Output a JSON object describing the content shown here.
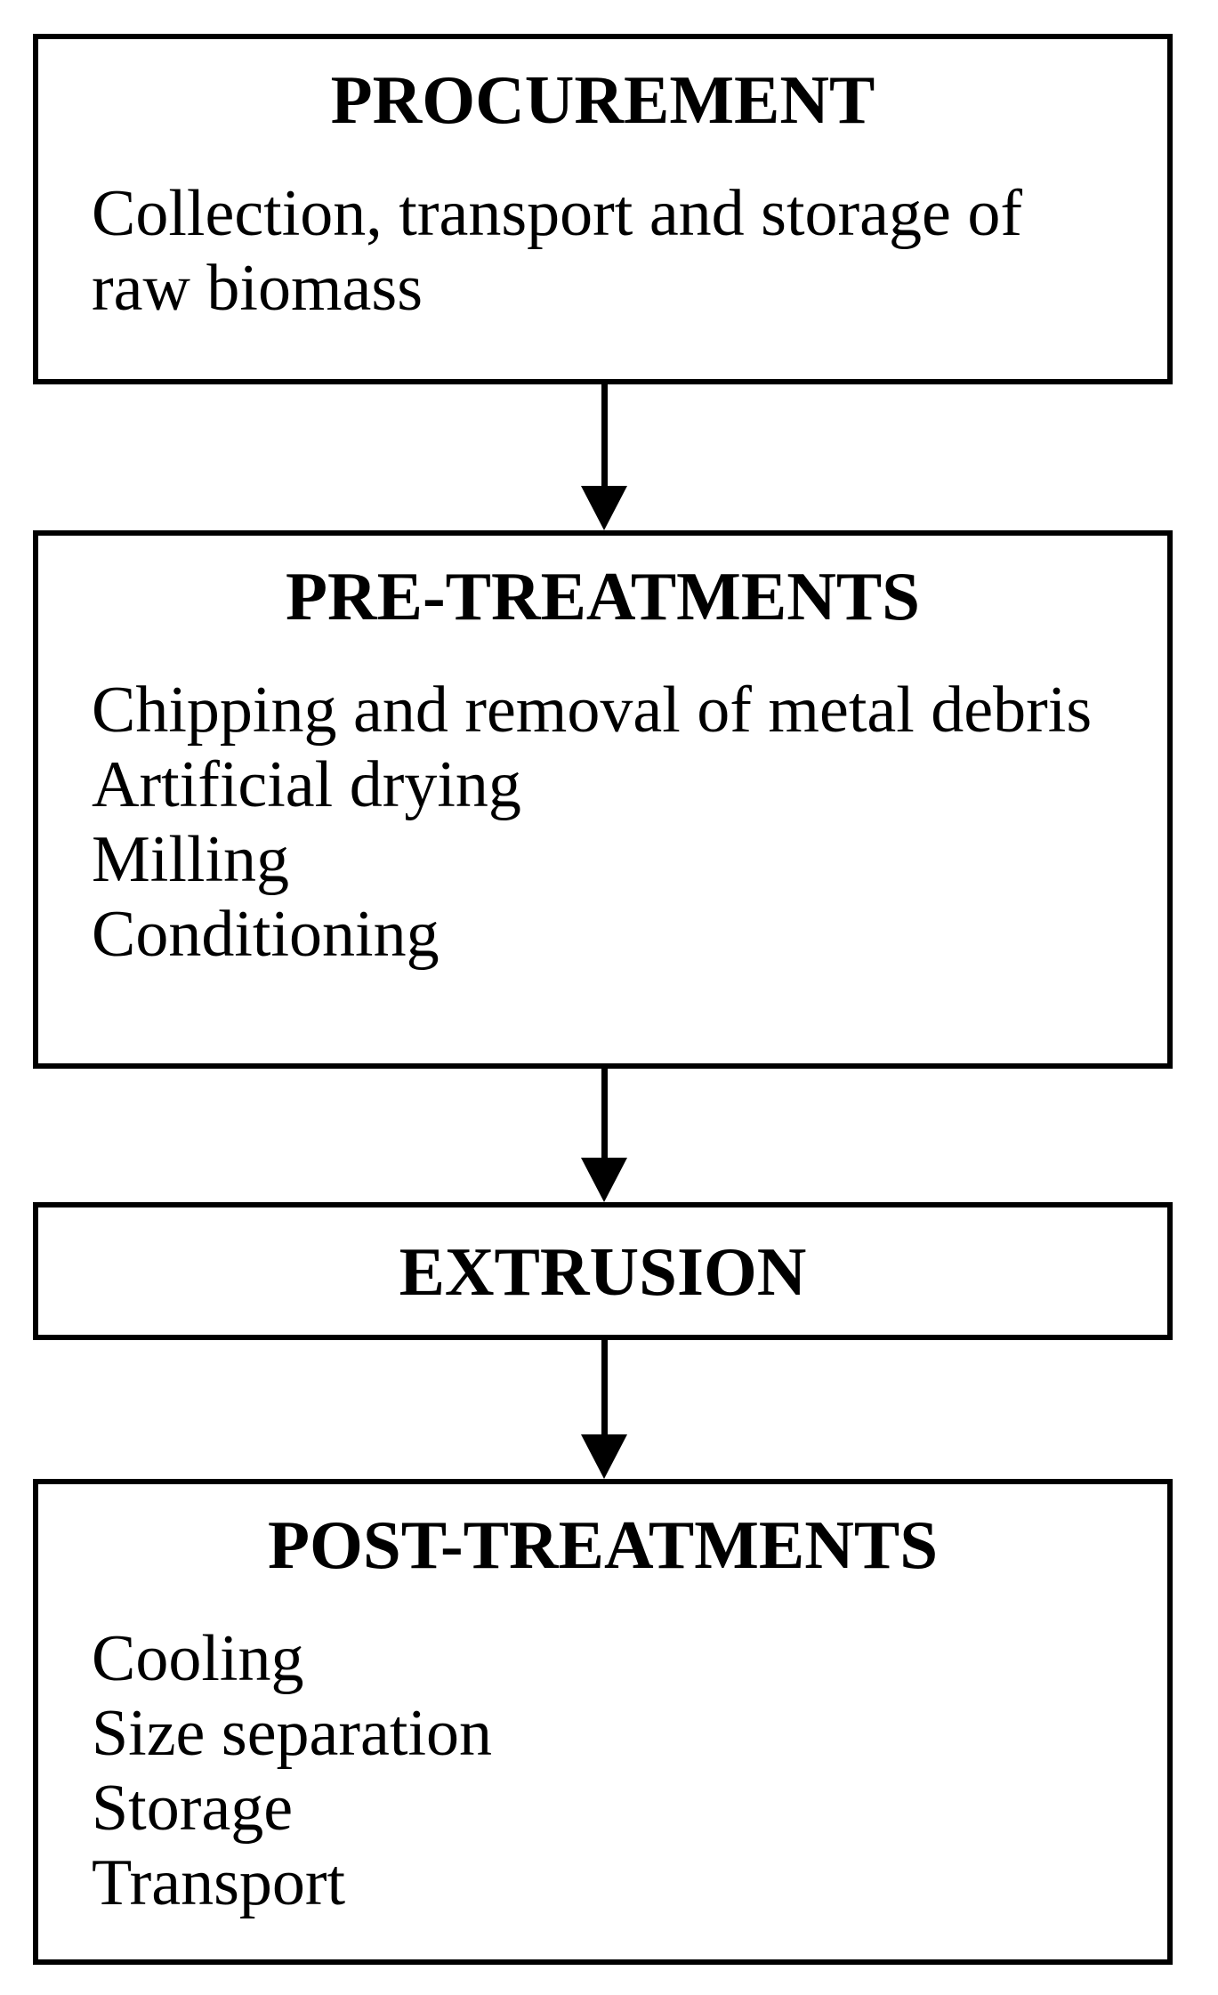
{
  "diagram": {
    "type": "flowchart",
    "direction": "top-to-bottom",
    "colors": {
      "background": "#ffffff",
      "border": "#000000",
      "text": "#000000",
      "arrow": "#000000"
    },
    "boxes": [
      {
        "id": "procurement",
        "title": "PROCUREMENT",
        "items": [
          "Collection, transport and storage of raw biomass"
        ]
      },
      {
        "id": "pre-treatments",
        "title": "PRE-TREATMENTS",
        "items": [
          "Chipping and removal of metal debris",
          "Artificial drying",
          "Milling",
          "Conditioning"
        ]
      },
      {
        "id": "extrusion",
        "title": "EXTRUSION",
        "items": []
      },
      {
        "id": "post-treatments",
        "title": "POST-TREATMENTS",
        "items": [
          "Cooling",
          "Size separation",
          "Storage",
          "Transport"
        ]
      }
    ],
    "connectors": [
      {
        "from": "procurement",
        "to": "pre-treatments",
        "style": "solid-arrow-down"
      },
      {
        "from": "pre-treatments",
        "to": "extrusion",
        "style": "solid-arrow-down"
      },
      {
        "from": "extrusion",
        "to": "post-treatments",
        "style": "solid-arrow-down"
      }
    ]
  }
}
